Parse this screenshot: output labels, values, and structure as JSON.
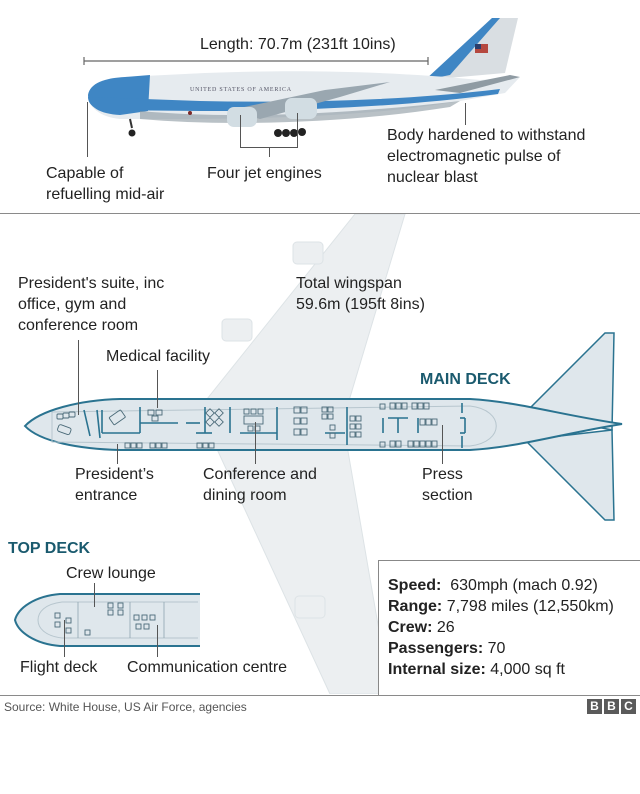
{
  "header": {
    "cropped_title_fragment": ""
  },
  "side_view": {
    "length_label": "Length: 70.7m (231ft 10ins)",
    "fuselage_text": "UNITED STATES OF AMERICA",
    "annotations": [
      {
        "id": "refuel",
        "lines": [
          "Capable of",
          "refuelling mid-air"
        ]
      },
      {
        "id": "engines",
        "lines": [
          "Four jet engines"
        ]
      },
      {
        "id": "hardened",
        "lines": [
          "Body hardened to withstand",
          "electromagnetic pulse of",
          "nuclear blast"
        ]
      }
    ]
  },
  "main_deck": {
    "title": "MAIN DECK",
    "wingspan_lines": [
      "Total wingspan",
      "59.6m (195ft 8ins)"
    ],
    "annotations": [
      {
        "id": "suite",
        "lines": [
          "President's suite, inc",
          "office, gym and",
          "conference room"
        ]
      },
      {
        "id": "medical",
        "lines": [
          "Medical facility"
        ]
      },
      {
        "id": "entrance",
        "lines": [
          "President’s",
          "entrance"
        ]
      },
      {
        "id": "conference",
        "lines": [
          "Conference and",
          "dining room"
        ]
      },
      {
        "id": "press",
        "lines": [
          "Press",
          "section"
        ]
      }
    ]
  },
  "top_deck": {
    "title": "TOP DECK",
    "annotations": [
      {
        "id": "crew_lounge",
        "lines": [
          "Crew lounge"
        ]
      },
      {
        "id": "flight_deck",
        "lines": [
          "Flight deck"
        ]
      },
      {
        "id": "comms",
        "lines": [
          "Communication centre"
        ]
      }
    ]
  },
  "stats": [
    {
      "key": "Speed:",
      "value": " 630mph (mach 0.92)"
    },
    {
      "key": "Range:",
      "value": "7,798 miles (12,550km)"
    },
    {
      "key": "Crew:",
      "value": "26"
    },
    {
      "key": "Passengers:",
      "value": "70"
    },
    {
      "key": "Internal size:",
      "value": "4,000 sq ft"
    }
  ],
  "footer": {
    "source": "Source: White House, US Air Force, agencies",
    "logo_letters": [
      "B",
      "B",
      "C"
    ]
  },
  "colors": {
    "plane_blue": "#3f86c4",
    "plane_white": "#e6ebef",
    "deck_outline": "#2a7390",
    "deck_fill": "#dfe7ec",
    "wing_silhouette": "#e6eaed",
    "deck_title": "#1a5a6e"
  }
}
